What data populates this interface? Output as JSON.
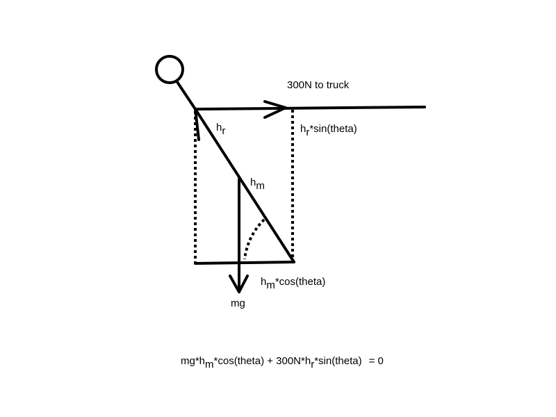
{
  "labels": {
    "force_to_truck": "300N to truck",
    "hr_base": "h",
    "hr_sub": "r",
    "hrsin_base": "h",
    "hrsin_sub": "r",
    "hrsin_rest": "*sin(theta)",
    "hm_base": "h",
    "hm_sub": "m",
    "hmcos_base": "h",
    "hmcos_sub": "m",
    "hmcos_rest": "*cos(theta)",
    "weight": "mg"
  },
  "equation": {
    "part1": "mg*h",
    "sub1": "m",
    "part2": "*cos(theta) + 300N*h",
    "sub2": "r",
    "part3": "*sin(theta)",
    "rhs": "= 0"
  },
  "colors": {
    "ink": "#000000",
    "background": "#ffffff"
  }
}
